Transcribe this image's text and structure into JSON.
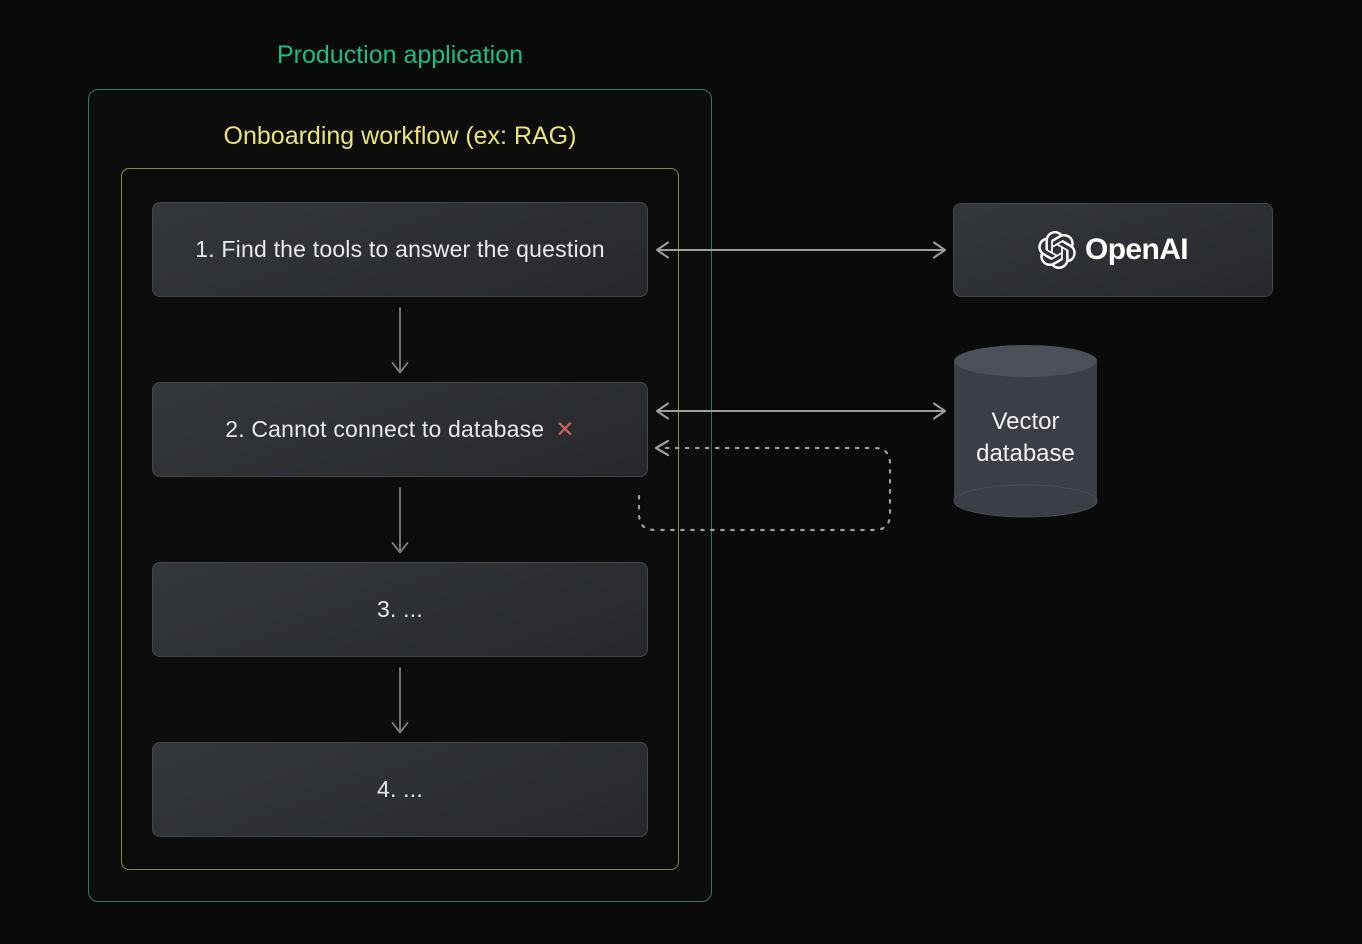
{
  "title": "Production application",
  "workflow_title": "Onboarding workflow (ex: RAG)",
  "steps": [
    {
      "text": "1. Find the tools to answer the question"
    },
    {
      "text": "2. Cannot connect to database",
      "fail_mark": "✕"
    },
    {
      "text": "3. ..."
    },
    {
      "text": "4. ..."
    }
  ],
  "openai": {
    "label": "OpenAI"
  },
  "vector_db": {
    "line1": "Vector",
    "line2": "database"
  },
  "colors": {
    "bg": "#0a0a0b",
    "outer_border": "#2b7a5f",
    "outer_title": "#19bd89",
    "inner_border": "#8c874c",
    "inner_title": "#eae476",
    "box_border": "#45474c",
    "box_bg_top": "#34373c",
    "box_bg_bottom": "#26282c",
    "box_text": "#e9eaec",
    "fail_x": "#c7605e",
    "arrow": "#9e9e9e",
    "arrow_dim": "#818181",
    "cyl_body": "#3b3e44",
    "cyl_top": "#4d5058"
  }
}
